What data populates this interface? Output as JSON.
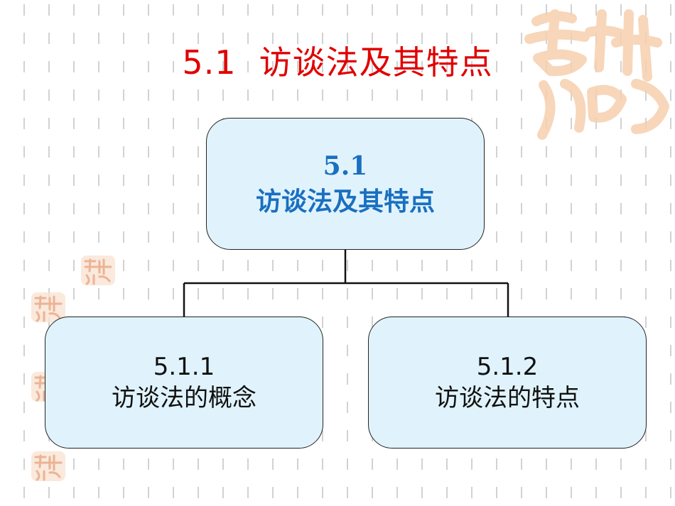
{
  "slide": {
    "title_number": "5.1",
    "title_text": "访谈法及其特点"
  },
  "diagram": {
    "root": {
      "number": "5.1",
      "label": "访谈法及其特点"
    },
    "children": [
      {
        "number": "5.1.1",
        "label": "访谈法的概念"
      },
      {
        "number": "5.1.2",
        "label": "访谈法的特点"
      }
    ]
  },
  "colors": {
    "title": "#e00000",
    "root_text": "#1a6fc0",
    "box_fill": "#e0f3fc",
    "watermark": "#f6cfae"
  },
  "decorations": {
    "watermark_icon": "auspicious-calligraphy-icon",
    "seal_icon": "auspicious-seal-icon"
  }
}
